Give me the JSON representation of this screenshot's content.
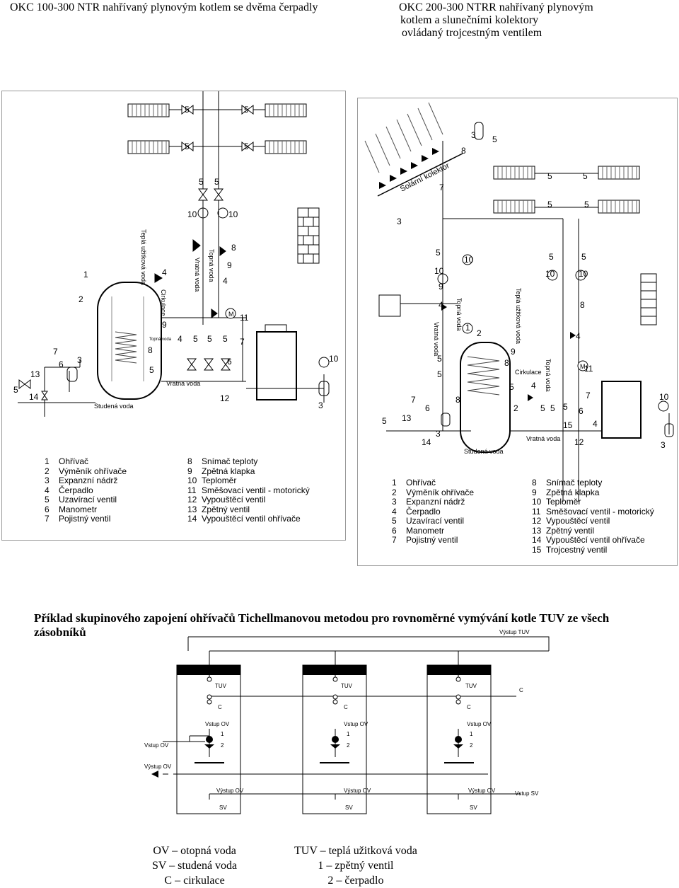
{
  "header": {
    "left_title": "OKC 100-300 NTR  nahřívaný plynovým kotlem se dvěma čerpadly",
    "right_line1": "OKC 200-300 NTRR nahřívaný plynovým",
    "right_line2": "kotlem a slunečními kolektory",
    "right_line3": "ovládaný trojcestným  ventilem"
  },
  "left_diagram": {
    "labels": {
      "tepla_uzitkova": "Teplá užitková voda",
      "topna_voda": "Topná voda",
      "vratna_voda": "Vratná voda",
      "cirkulace": "Cirkulace",
      "topna_voda_small": "Topná voda",
      "vratna_voda_bottom": "Vratná voda",
      "studena_voda": "Studená voda",
      "motor": "M"
    },
    "legend_a": [
      {
        "n": "1",
        "t": "Ohřívač"
      },
      {
        "n": "2",
        "t": "Výměník ohřívače"
      },
      {
        "n": "3",
        "t": "Expanzní nádrž"
      },
      {
        "n": "4",
        "t": "Čerpadlo"
      },
      {
        "n": "5",
        "t": "Uzavírací ventil"
      },
      {
        "n": "6",
        "t": "Manometr"
      },
      {
        "n": "7",
        "t": "Pojistný ventil"
      }
    ],
    "legend_b": [
      {
        "n": "8",
        "t": "Snímač teploty"
      },
      {
        "n": "9",
        "t": "Zpětná klapka"
      },
      {
        "n": "10",
        "t": "Teploměr"
      },
      {
        "n": "11",
        "t": "Směšovací ventil - motorický"
      },
      {
        "n": "12",
        "t": "Vypouštěcí ventil"
      },
      {
        "n": "13",
        "t": "Zpětný ventil"
      },
      {
        "n": "14",
        "t": "Vypouštěcí ventil ohřívače"
      }
    ]
  },
  "right_diagram": {
    "labels": {
      "solarni_kolektor": "Solární kolektor",
      "tepla_uzitkova": "Teplá užitková voda",
      "topna_voda": "Topná voda",
      "vratna_voda": "Vratná voda",
      "cirkulace": "Cirkulace",
      "topna_voda_2": "Topná voda",
      "vratna_voda_bottom": "Vratná voda",
      "studena_voda": "Studená voda",
      "motor": "M"
    },
    "legend_a": [
      {
        "n": "1",
        "t": "Ohřívač"
      },
      {
        "n": "2",
        "t": "Výměník ohřívače"
      },
      {
        "n": "3",
        "t": "Expanzní nádrž"
      },
      {
        "n": "4",
        "t": "Čerpadlo"
      },
      {
        "n": "5",
        "t": "Uzavírací ventil"
      },
      {
        "n": "6",
        "t": "Manometr"
      },
      {
        "n": "7",
        "t": "Pojistný ventil"
      }
    ],
    "legend_b": [
      {
        "n": "8",
        "t": "Snímač teploty"
      },
      {
        "n": "9",
        "t": "Zpětná klapka"
      },
      {
        "n": "10",
        "t": "Teploměr"
      },
      {
        "n": "11",
        "t": "Směšovací ventil - motorický"
      },
      {
        "n": "12",
        "t": "Vypouštěcí ventil"
      },
      {
        "n": "13",
        "t": "Zpětný ventil"
      },
      {
        "n": "14",
        "t": "Vypouštěcí ventil ohřívače"
      },
      {
        "n": "15",
        "t": "Trojcestný ventil"
      }
    ]
  },
  "caption": "Příklad skupinového zapojení ohřívačů Tichellmanovou metodou pro rovnoměrné vymývání kotle TUV ze všech zásobníků",
  "group_diagram": {
    "vystup_tuv": "Výstup TUV",
    "c_right": "C",
    "vstup_ov_left": "Vstup OV",
    "vystup_ov_left": "Výstup OV",
    "vstup_sv_right": "Vstup SV",
    "tank_labels": {
      "tuv": "TUV",
      "c": "C",
      "vstup_ov": "Vstup OV",
      "one": "1",
      "two": "2",
      "vystup_ov": "Výstup OV",
      "sv": "SV"
    }
  },
  "abbreviations": {
    "left": [
      "OV – otopná voda",
      "SV – studená voda",
      "C – cirkulace"
    ],
    "right": [
      "TUV – teplá užitková voda",
      "1 – zpětný ventil",
      "2 – čerpadlo"
    ]
  }
}
